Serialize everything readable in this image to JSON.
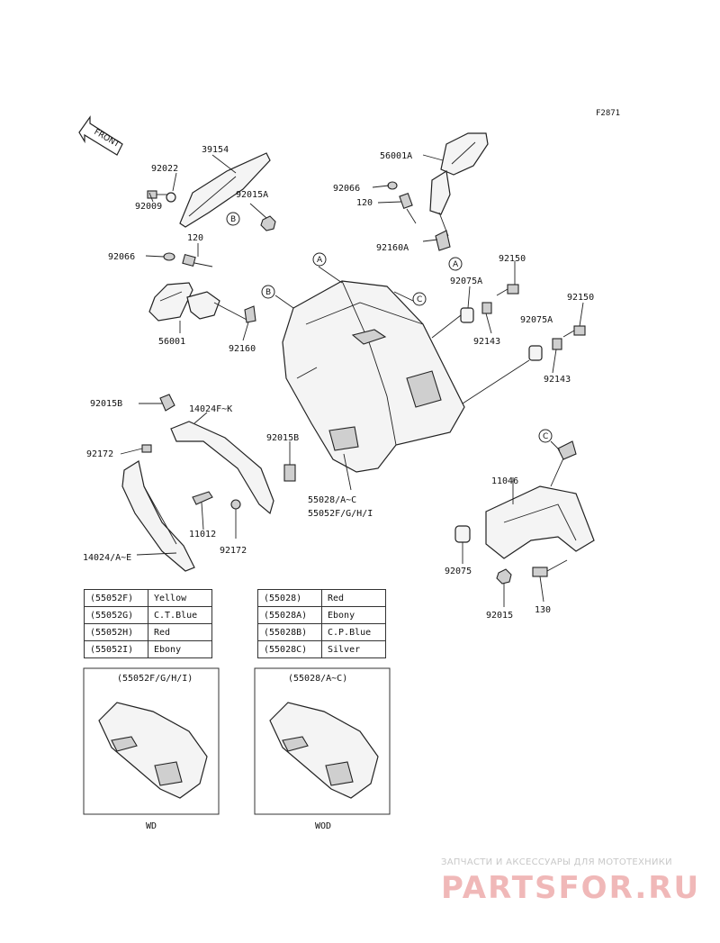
{
  "figure_code": "F2871",
  "front_label": "FRONT",
  "part_numbers": {
    "p39154": "39154",
    "p92022": "92022",
    "p92015A_top": "92015A",
    "p92009": "92009",
    "p92066_left": "92066",
    "p120_left": "120",
    "p56001": "56001",
    "p92160": "92160",
    "p92066_right": "92066",
    "p120_right": "120",
    "p56001A": "56001A",
    "p92160A": "92160A",
    "p92150_a": "92150",
    "p92075A_a": "92075A",
    "p92143_a": "92143",
    "p92150_b": "92150",
    "p92075A_b": "92075A",
    "p92143_b": "92143",
    "p92015B_left": "92015B",
    "p14024FK": "14024F~K",
    "p92172_a": "92172",
    "p92015B_mid": "92015B",
    "p11012": "11012",
    "p92172_b": "92172",
    "p14024AE": "14024/A~E",
    "p55028AC": "55028/A~C",
    "p55052FGHI": "55052F/G/H/I",
    "p11046": "11046",
    "p92075": "92075",
    "p92015": "92015",
    "p130": "130"
  },
  "ref_letters": {
    "a1": "A",
    "a2": "A",
    "b1": "B",
    "b2": "B",
    "c1": "C",
    "c2": "C"
  },
  "color_table_left": [
    {
      "code": "(55052F)",
      "color": "Yellow"
    },
    {
      "code": "(55052G)",
      "color": "C.T.Blue"
    },
    {
      "code": "(55052H)",
      "color": "Red"
    },
    {
      "code": "(55052I)",
      "color": "Ebony"
    }
  ],
  "color_table_right": [
    {
      "code": "(55028)",
      "color": "Red"
    },
    {
      "code": "(55028A)",
      "color": "Ebony"
    },
    {
      "code": "(55028B)",
      "color": "C.P.Blue"
    },
    {
      "code": "(55028C)",
      "color": "Silver"
    }
  ],
  "inset_left": {
    "title": "(55052F/G/H/I)",
    "caption": "WD"
  },
  "inset_right": {
    "title": "(55028/A~C)",
    "caption": "WOD"
  },
  "watermark": {
    "line1": "ЗАПЧАСТИ И АКСЕССУАРЫ ДЛЯ МОТОТЕХНИКИ",
    "line2": "PARTSFOR.RU"
  }
}
